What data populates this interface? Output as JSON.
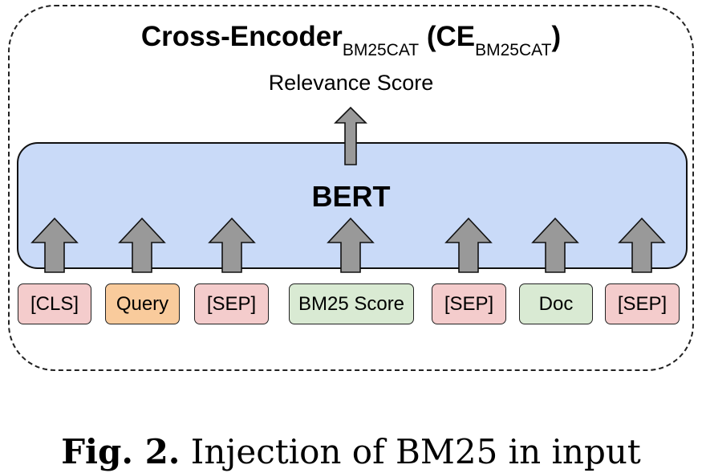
{
  "title": {
    "main": "Cross-Encoder",
    "sub1": "BM25CAT",
    "open": " (CE",
    "sub2": "BM25CAT",
    "close": ")"
  },
  "output_label": "Relevance Score",
  "model_label": "BERT",
  "tokens": [
    {
      "text": "[CLS]",
      "color": "#f4cccc"
    },
    {
      "text": "Query",
      "color": "#f9cb9c"
    },
    {
      "text": "[SEP]",
      "color": "#f4cccc"
    },
    {
      "text": "BM25 Score",
      "color": "#d9ead3"
    },
    {
      "text": "[SEP]",
      "color": "#f4cccc"
    },
    {
      "text": "Doc",
      "color": "#d9ead3"
    },
    {
      "text": "[SEP]",
      "color": "#f4cccc"
    }
  ],
  "colors": {
    "bert_fill": "#c9daf8",
    "arrow_fill": "#999999"
  },
  "caption": {
    "label": "Fig. 2.",
    "text": " Injection of BM25 in input"
  }
}
